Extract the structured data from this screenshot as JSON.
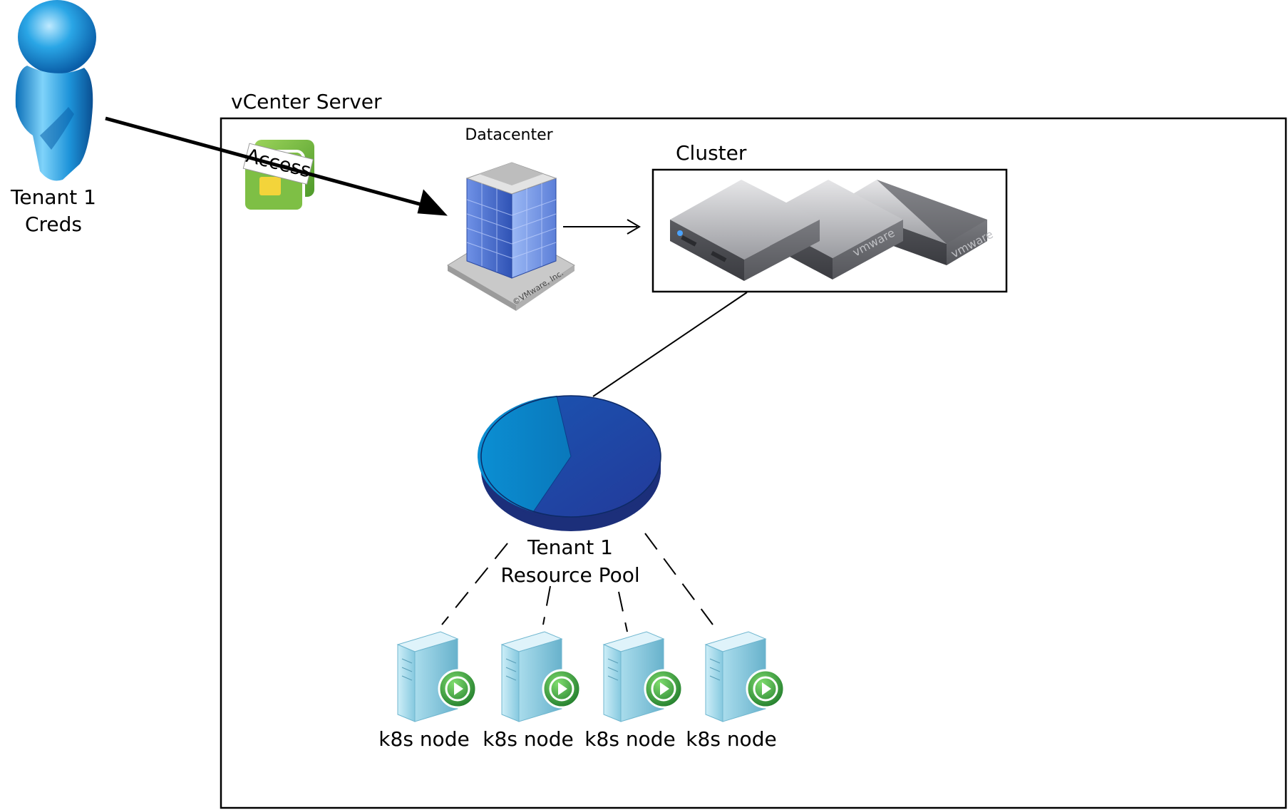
{
  "user": {
    "label_line1": "Tenant 1",
    "label_line2": "Creds",
    "icon": "user-figure-icon"
  },
  "access_badge": {
    "label": "Access",
    "icon": "vsphere-access-icon"
  },
  "vcenter": {
    "label": "vCenter Server"
  },
  "datacenter": {
    "label": "Datacenter",
    "icon": "datacenter-building-icon",
    "copyright": "©VMware, Inc."
  },
  "cluster": {
    "label": "Cluster",
    "host_brand": "vmware",
    "hosts": [
      "host-server-icon",
      "host-server-icon",
      "host-server-icon"
    ]
  },
  "resource_pool": {
    "label_line1": "Tenant 1",
    "label_line2": "Resource Pool",
    "icon": "resource-pool-pie-icon"
  },
  "nodes": [
    {
      "label": "k8s node",
      "icon": "vm-running-icon"
    },
    {
      "label": "k8s node",
      "icon": "vm-running-icon"
    },
    {
      "label": "k8s node",
      "icon": "vm-running-icon"
    },
    {
      "label": "k8s node",
      "icon": "vm-running-icon"
    }
  ],
  "colors": {
    "user_blue": "#1a8fd0",
    "building_blue": "#3b63c9",
    "server_gray": "#6e6f75",
    "pool_light": "#0a86c9",
    "pool_dark": "#1e3a99",
    "play_green": "#2f9c3a",
    "vm_cyan": "#9fd6e8"
  }
}
